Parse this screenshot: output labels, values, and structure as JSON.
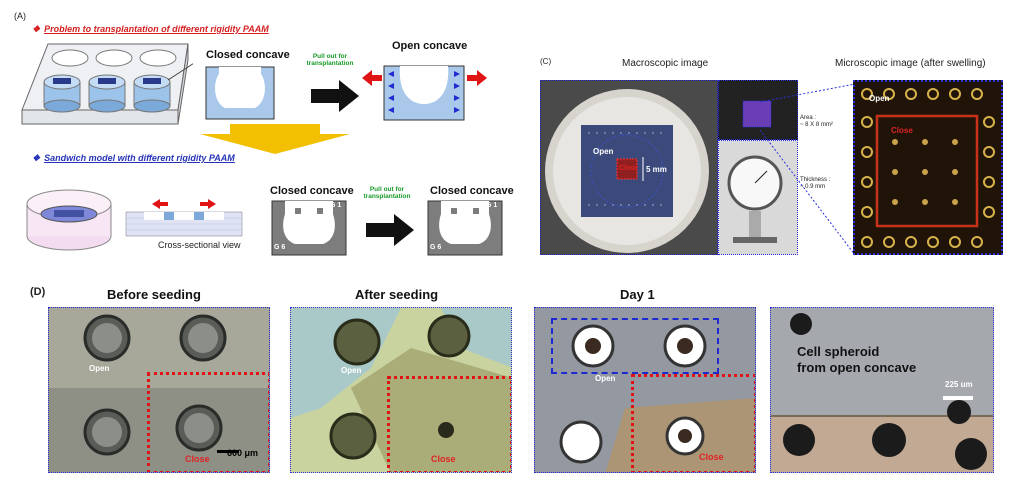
{
  "panel_A": {
    "letter": "(A)",
    "title1": "Problem to transplantation of different rigidity PAAM",
    "title2": "Sandwich model with different rigidity PAAM",
    "closed_concave_top": "Closed concave",
    "pull_out_1": "Pull out for transplantation",
    "open_concave": "Open concave",
    "cross_section": "Cross-sectional view",
    "closed_concave_b1": "Closed concave",
    "pull_out_2": "Pull out for transplantation",
    "closed_concave_b2": "Closed concave",
    "g1_left": "G 1",
    "g6_left": "G 6",
    "g1_right": "G 1",
    "g6_right": "G 6",
    "bullet": "❖"
  },
  "panel_C": {
    "letter": "(C)",
    "macro_title": "Macroscopic image",
    "micro_title": "Microscopic image (after swelling)",
    "open": "Open",
    "close": "Close",
    "scale": "5 mm",
    "area": "Area :\n~ 8 X 8 mm²",
    "thickness": "Thickness :\n~ 0.9 mm",
    "micro_open": "Open",
    "micro_close": "Close"
  },
  "panel_D": {
    "letter": "(D)",
    "titles": [
      "Before seeding",
      "After seeding",
      "Day 1"
    ],
    "open_labels": [
      "Open",
      "Open",
      "Open"
    ],
    "close_labels": [
      "Close",
      "Close",
      "Close"
    ],
    "scalebar": "600 μm",
    "spheroid_title": "Cell spheroid\nfrom open concave",
    "spheroid_scale": "225 um"
  },
  "colors": {
    "red": "#e01414",
    "blue": "#2a2fd8",
    "green": "#1a9a2a",
    "gel_blue": "#a9c8ea",
    "arrow_yellow": "#f2c000"
  }
}
